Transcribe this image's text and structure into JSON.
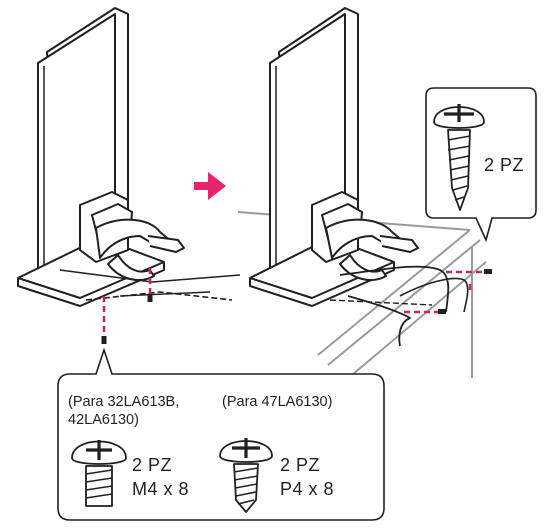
{
  "callout_right": {
    "quantity": "2 PZ"
  },
  "callout_bottom": {
    "model_note_left_line1": "(Para 32LA613B,",
    "model_note_left_line2": "42LA6130)",
    "model_note_right": "(Para 47LA6130)",
    "screw_left": {
      "quantity": "2 PZ",
      "size": "M4 x 8"
    },
    "screw_right": {
      "quantity": "2 PZ",
      "size": "P4 x 8"
    }
  },
  "colors": {
    "line": "#231f20",
    "arrow": "#e6236e",
    "dash": "#c8245f",
    "table": "#9a9a9a"
  }
}
